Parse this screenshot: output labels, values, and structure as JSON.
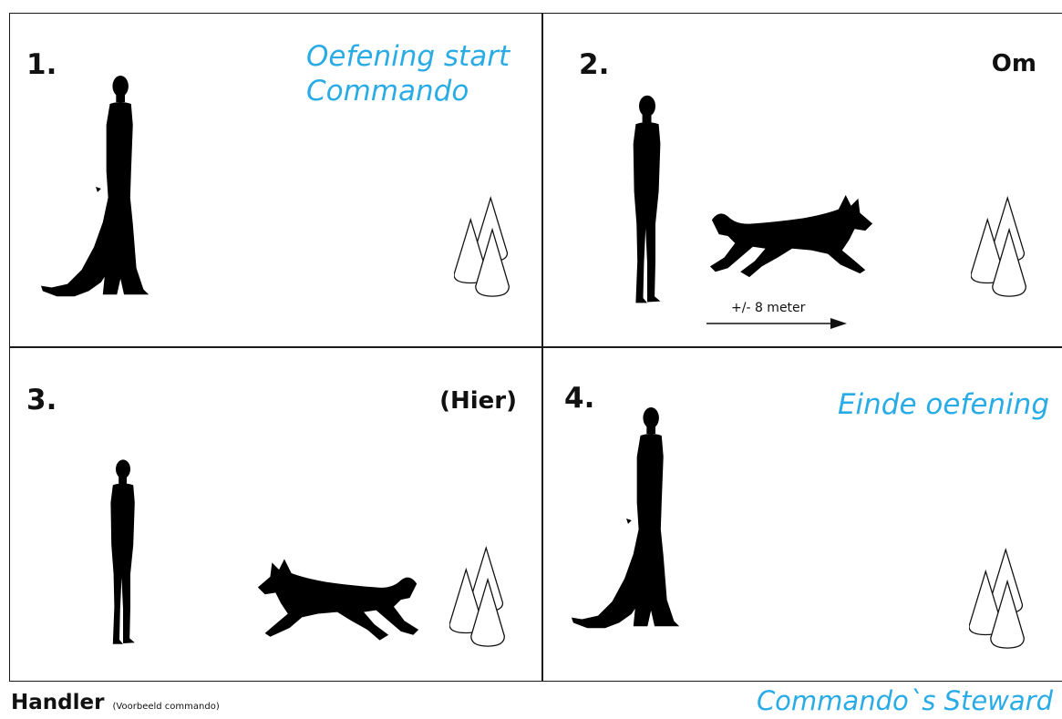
{
  "panels": [
    {
      "number": "1.",
      "command_line1": "Oefening start",
      "command_line2": "Commando"
    },
    {
      "number": "2.",
      "command": "Om",
      "distance_label": "+/- 8 meter"
    },
    {
      "number": "3.",
      "command": "(Hier)"
    },
    {
      "number": "4.",
      "command": "Einde oefening"
    }
  ],
  "legend": {
    "handler": "Handler",
    "handler_note": "(Voorbeeld commando)",
    "steward": "Commando`s Steward"
  },
  "colors": {
    "steward_blue": "#29ace6",
    "silhouette": "#000000",
    "border": "#1a1a1a"
  },
  "icons": [
    "handler-silhouette",
    "dog-sitting-silhouette",
    "dog-running-silhouette",
    "cones-icon",
    "arrow-right"
  ]
}
